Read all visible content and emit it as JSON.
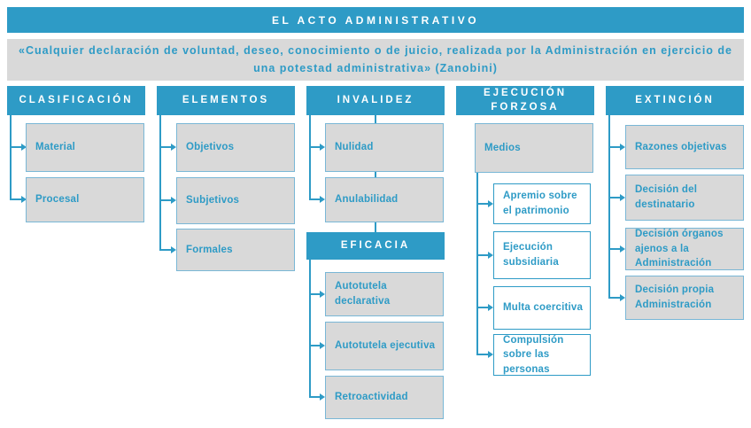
{
  "title": "EL ACTO ADMINISTRATIVO",
  "quote": "«Cualquier declaración de voluntad, deseo, conocimiento o de juicio, realizada por la Administración en ejercicio de una potestad administrativa» (Zanobini)",
  "colors": {
    "accent": "#2E9BC6",
    "box_fill": "#D9D9D9",
    "box_border": "#79B7D6",
    "header_text": "#FFFFFF",
    "background": "#FFFFFF"
  },
  "columns": [
    {
      "header": "CLASIFICACIÓN",
      "children": [
        "Material",
        "Procesal"
      ]
    },
    {
      "header": "ELEMENTOS",
      "children": [
        "Objetivos",
        "Subjetivos",
        "Formales"
      ]
    },
    {
      "header": "INVALIDEZ",
      "children": [
        "Nulidad",
        "Anulabilidad"
      ],
      "sub_header": "EFICACIA",
      "sub_children": [
        "Autotutela declarativa",
        "Autotutela ejecutiva",
        "Retroactividad"
      ]
    },
    {
      "header": "EJECUCIÓN FORZOSA",
      "children": [
        "Medios"
      ],
      "sub_children": [
        "Apremio sobre el patrimonio",
        "Ejecución subsidiaria",
        "Multa coercitiva",
        "Compulsión sobre las personas"
      ]
    },
    {
      "header": "EXTINCIÓN",
      "children": [
        "Razones objetivas",
        "Decisión del destinatario",
        "Decisión órganos ajenos a la Administración",
        "Decisión propia Administración"
      ]
    }
  ]
}
